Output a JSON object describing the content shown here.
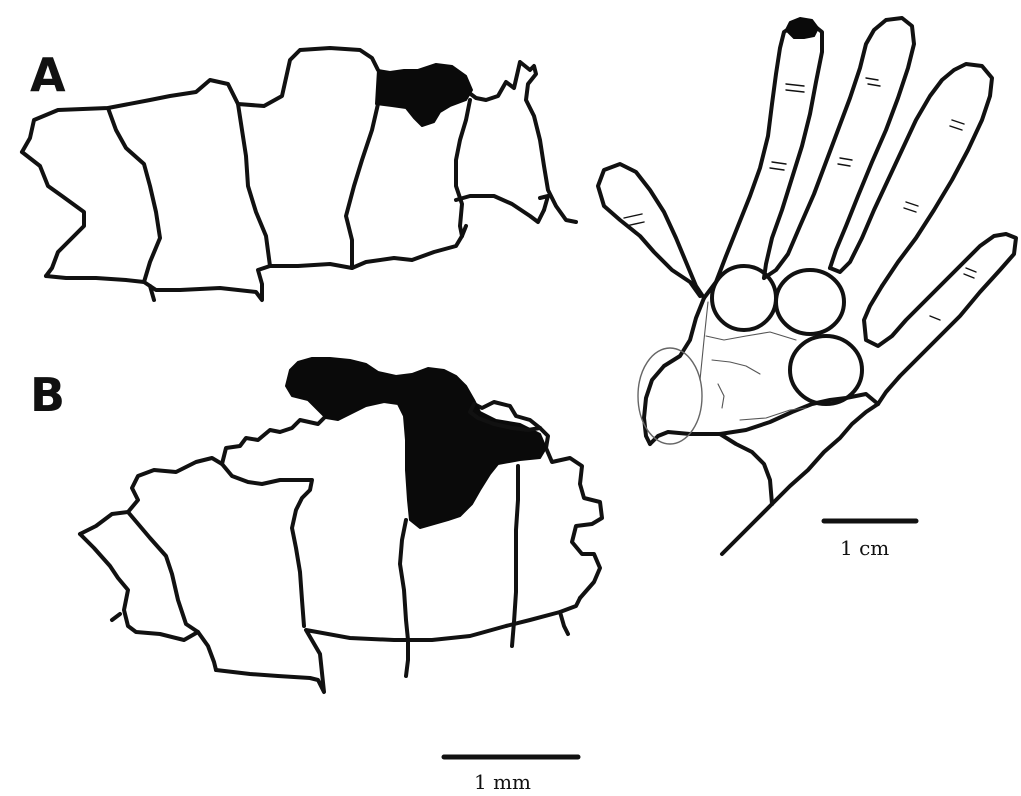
{
  "panels": {
    "a_label": "A",
    "b_label": "B"
  },
  "scale_bars": {
    "hand_label": "1 cm",
    "tissue_label": "1 mm"
  },
  "colors": {
    "ink": "#111111",
    "fill": "#0a0a0a",
    "background": "#ffffff"
  }
}
